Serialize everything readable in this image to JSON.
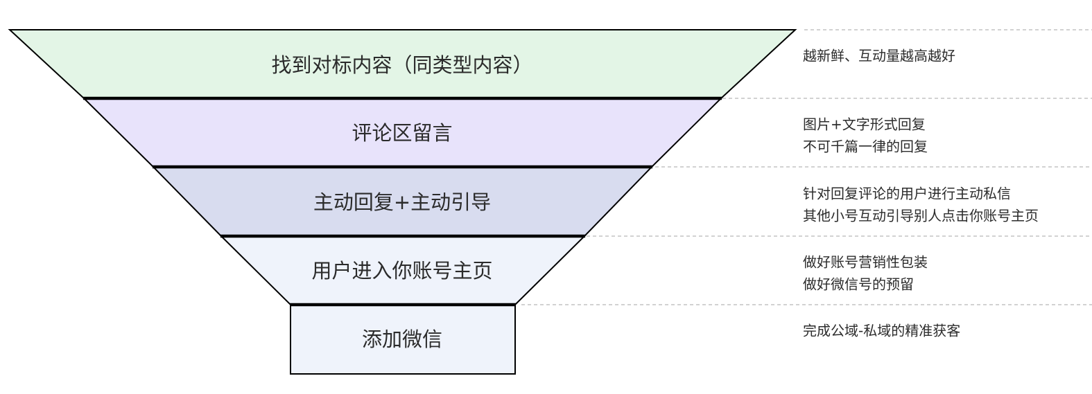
{
  "stages": [
    {
      "label": "找到对标内容（同类型内容）",
      "fill": "#e3f5e6",
      "notes": [
        "越新鲜、互动量越高越好"
      ]
    },
    {
      "label": "评论区留言",
      "fill": "#e8e3fb",
      "notes": [
        "图片+文字形式回复",
        "不可千篇一律的回复"
      ]
    },
    {
      "label": "主动回复+主动引导",
      "fill": "#d8dcef",
      "notes": [
        "针对回复评论的用户进行主动私信",
        "其他小号互动引导别人点击你账号主页"
      ]
    },
    {
      "label": "用户进入你账号主页",
      "fill": "#eff3fb",
      "notes": [
        "做好账号营销性包装",
        "做好微信号的预留"
      ]
    },
    {
      "label": "添加微信",
      "fill": "#eff3fb",
      "notes": [
        "完成公域-私域的精准获客"
      ]
    }
  ]
}
